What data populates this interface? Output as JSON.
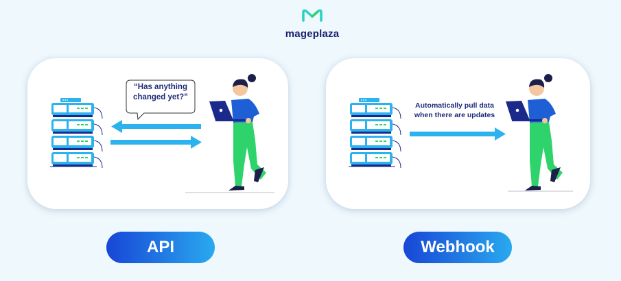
{
  "logo": {
    "text": "mageplaza"
  },
  "api_panel": {
    "speech_bubble": "“Has anything changed yet?”",
    "label": "API"
  },
  "webhook_panel": {
    "caption_line1": "Automatically pull data",
    "caption_line2": "when there are updates",
    "label": "Webhook"
  },
  "colors": {
    "background": "#eef8fd",
    "arrow": "#2bb2ef",
    "navy": "#1e2a78",
    "pants": "#2fd36b",
    "shirt": "#1f5fd6"
  }
}
